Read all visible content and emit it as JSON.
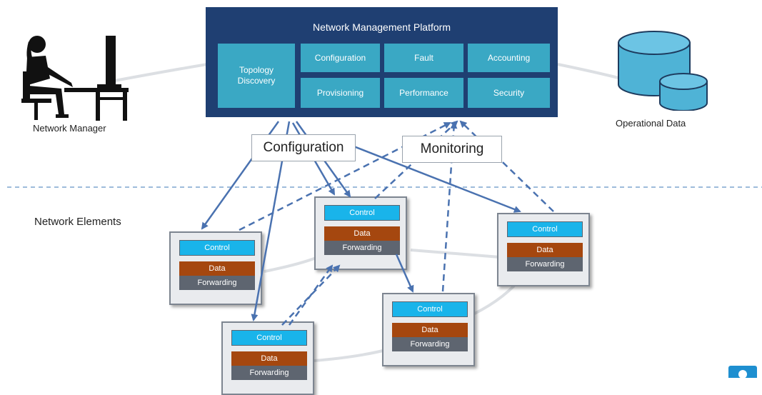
{
  "platform": {
    "title": "Network Management Platform",
    "modules": {
      "topology": "Topology\nDiscovery",
      "configuration": "Configuration",
      "fault": "Fault",
      "accounting": "Accounting",
      "provisioning": "Provisioning",
      "performance": "Performance",
      "security": "Security"
    }
  },
  "labels": {
    "network_manager": "Network Manager",
    "operational_data": "Operational Data",
    "network_elements": "Network Elements",
    "configuration": "Configuration",
    "monitoring": "Monitoring"
  },
  "element_labels": {
    "control": "Control",
    "data": "Data",
    "forwarding": "Forwarding"
  },
  "colors": {
    "platform": "#1f3f72",
    "module": "#3aa8c4",
    "control": "#19b4ea",
    "data": "#a5470f",
    "forwarding": "#5e6570",
    "arrow": "#4a72b0",
    "database": "#4fb3d6"
  }
}
